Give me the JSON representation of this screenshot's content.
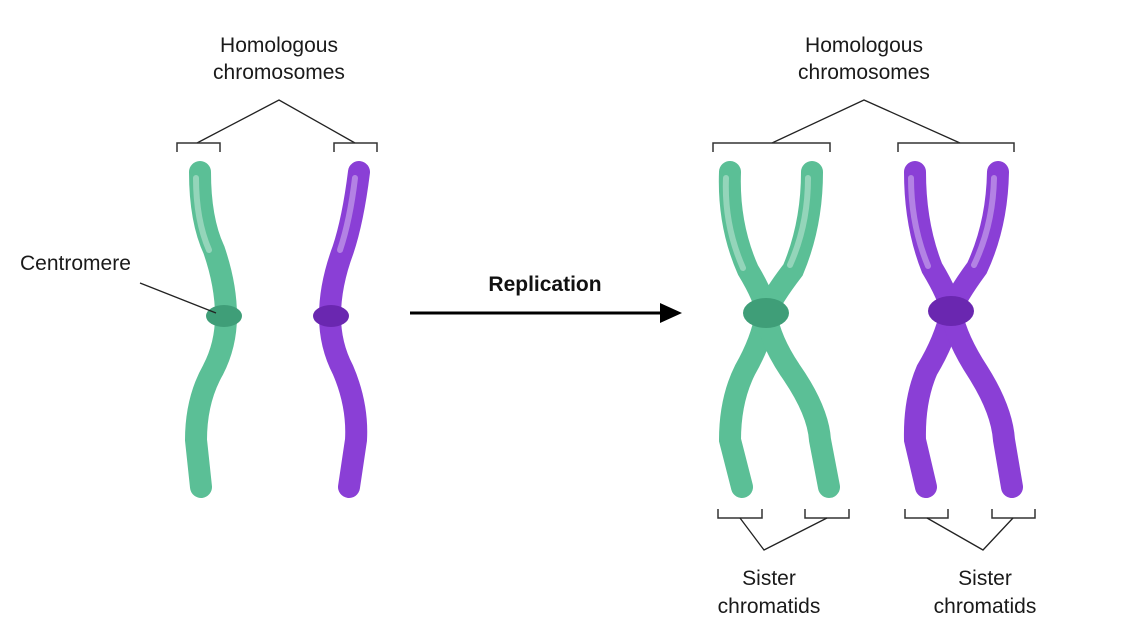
{
  "labels": {
    "left_homologous_line1": "Homologous",
    "left_homologous_line2": "chromosomes",
    "right_homologous_line1": "Homologous",
    "right_homologous_line2": "chromosomes",
    "centromere": "Centromere",
    "replication": "Replication",
    "sister1_line1": "Sister",
    "sister1_line2": "chromatids",
    "sister2_line1": "Sister",
    "sister2_line2": "chromatids"
  },
  "colors": {
    "green": "#5bbf96",
    "green_dark": "#3f9e78",
    "purple": "#8a3fd6",
    "purple_dark": "#6a27b0"
  }
}
